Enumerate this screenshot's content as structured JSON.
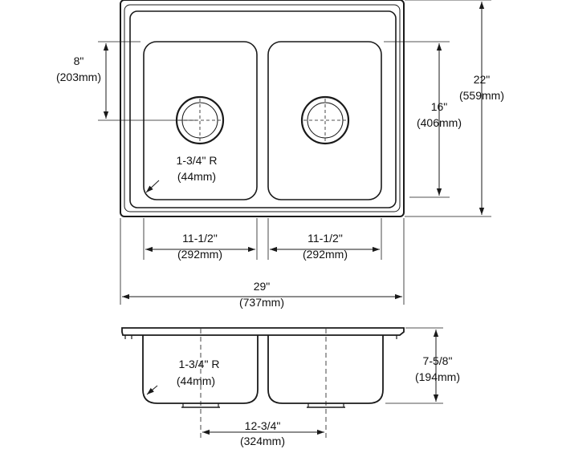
{
  "diagram": {
    "line_color": "#1a1a1a",
    "dims": {
      "top_left_8": {
        "line1": "8\"",
        "line2": "(203mm)"
      },
      "radius_top": {
        "line1": "1-3/4\" R",
        "line2": "(44mm)"
      },
      "bowl_depth_16": {
        "line1": "16\"",
        "line2": "(406mm)"
      },
      "overall_depth_22": {
        "line1": "22\"",
        "line2": "(559mm)"
      },
      "bowl_width_left": {
        "line1": "11-1/2\"",
        "line2": "(292mm)"
      },
      "bowl_width_right": {
        "line1": "11-1/2\"",
        "line2": "(292mm)"
      },
      "overall_width_29": {
        "line1": "29\"",
        "line2": "(737mm)"
      },
      "bowl_height_758": {
        "line1": "7-5/8\"",
        "line2": "(194mm)"
      },
      "radius_side": {
        "line1": "1-3/4\" R",
        "line2": "(44mm)"
      },
      "drain_spacing": {
        "line1": "12-3/4\"",
        "line2": "(324mm)"
      }
    }
  }
}
